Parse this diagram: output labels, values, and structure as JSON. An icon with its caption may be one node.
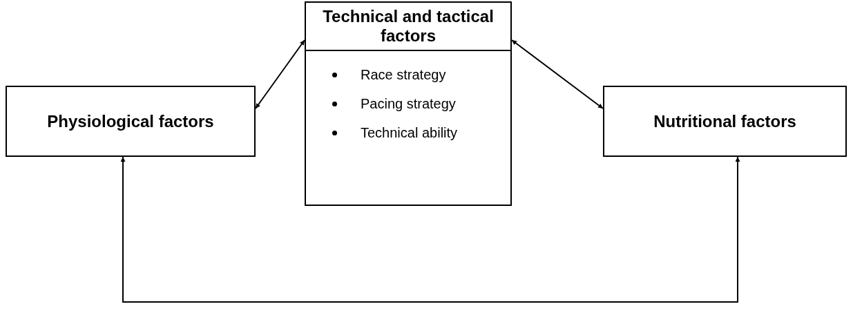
{
  "diagram": {
    "nodes": [
      {
        "text": [
          "Technical and tactical factors",
          "Race strategy",
          "Pacing strategy",
          "Technical ability"
        ]
      },
      {
        "text": [
          "Physiological factors"
        ]
      },
      {
        "text": [
          "Nutritional factors"
        ]
      }
    ],
    "edges": [
      {
        "from": 0,
        "to": 1,
        "arrow": "both"
      },
      {
        "from": 0,
        "to": 2,
        "arrow": "both"
      },
      {
        "from": 1,
        "to": 2,
        "arrow": "both"
      }
    ]
  }
}
